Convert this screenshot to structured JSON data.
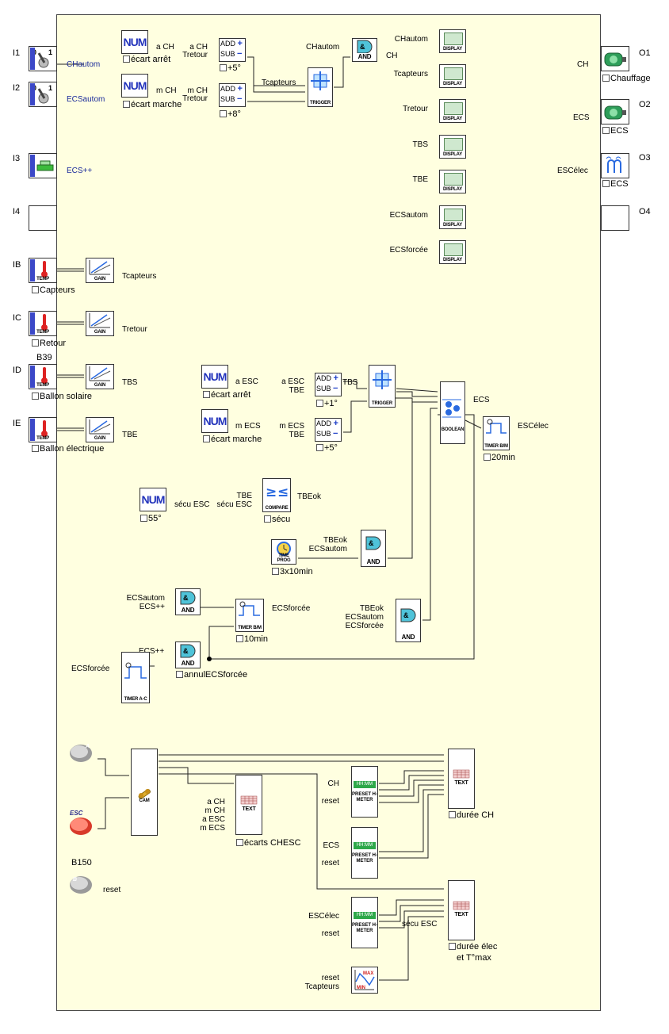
{
  "inputs": {
    "I1": {
      "id": "I1",
      "label": "CHautom"
    },
    "I2": {
      "id": "I2",
      "label": "ECSautom"
    },
    "I3": {
      "id": "I3",
      "label": "ECS++"
    },
    "I4": {
      "id": "I4"
    },
    "IB": {
      "id": "IB",
      "label": "Tcapteurs",
      "comment": "Capteurs",
      "temp": "TEMP",
      "gain": "GAIN"
    },
    "IC": {
      "id": "IC",
      "label": "Tretour",
      "comment": "Retour",
      "temp": "TEMP",
      "gain": "GAIN"
    },
    "ID": {
      "id": "ID",
      "block": "B39",
      "label": "TBS",
      "comment": "Ballon solaire",
      "temp": "TEMP",
      "gain": "GAIN"
    },
    "IE": {
      "id": "IE",
      "label": "TBE",
      "comment": "Ballon électrique",
      "temp": "TEMP",
      "gain": "GAIN"
    }
  },
  "outputs": {
    "O1": {
      "id": "O1",
      "label": "CH",
      "comment": "Chauffage"
    },
    "O2": {
      "id": "O2",
      "label": "ECS",
      "comment": "ECS"
    },
    "O3": {
      "id": "O3",
      "label": "ESCélec",
      "comment": "ECS"
    },
    "O4": {
      "id": "O4"
    }
  },
  "heating": {
    "num1": {
      "text": "NUM",
      "out": "a CH",
      "comment": "écart arrêt"
    },
    "num2": {
      "text": "NUM",
      "out": "m CH",
      "comment": "écart marche"
    },
    "add1": {
      "in1": "a CH",
      "in2": "Tretour",
      "comment": "+5°"
    },
    "add2": {
      "in1": "m CH",
      "in2": "Tretour",
      "comment": "+8°"
    },
    "trigger": {
      "in": "Tcapteurs",
      "cap": "TRIGGER"
    },
    "and": {
      "in": "CHautom",
      "out": "CH",
      "cap": "AND"
    }
  },
  "displays": {
    "cap": "DISPLAY",
    "labels": [
      "CHautom",
      "Tcapteurs",
      "Tretour",
      "TBS",
      "TBE",
      "ECSautom",
      "ECSforcée"
    ]
  },
  "ecs": {
    "num1": {
      "text": "NUM",
      "out": "a ESC",
      "comment": "écart arrêt"
    },
    "num2": {
      "text": "NUM",
      "out": "m ECS",
      "comment": "écart marche"
    },
    "add1": {
      "in1": "a ESC",
      "in2": "TBE",
      "out": "TBS",
      "comment": "+1°"
    },
    "add2": {
      "in1": "m ECS",
      "in2": "TBE",
      "comment": "+5°"
    },
    "trigger_cap": "TRIGGER",
    "boolean": {
      "cap": "BOOLEAN",
      "out": "ECS"
    },
    "timer": {
      "cap": "TIMER B/M",
      "out": "ESCélec",
      "comment": "20min"
    },
    "num3": {
      "text": "NUM",
      "out": "sécu ESC",
      "comment": "55°"
    },
    "compare": {
      "in1": "TBE",
      "in2": "sécu ESC",
      "out": "TBEok",
      "cap": "COMPARE",
      "comment": "sécu"
    },
    "timeprog": {
      "cap": "TIME PROG",
      "comment": "3x10min"
    },
    "and1": {
      "in1": "TBEok",
      "in2": "ECSautom",
      "cap": "AND"
    },
    "and2": {
      "in1": "TBEok",
      "in2": "ECSautom",
      "in3": "ECSforcée",
      "cap": "AND"
    }
  },
  "forced": {
    "and1": {
      "in1": "ECSautom",
      "in2": "ECS++",
      "cap": "AND"
    },
    "timer": {
      "cap": "TIMER B/M",
      "out": "ECSforcée",
      "comment": "10min"
    },
    "and2": {
      "in": "ECS++",
      "cap": "AND",
      "comment": "annulECSforcée"
    },
    "timerac": {
      "in": "ECSforcée",
      "cap": "TIMER A-C"
    }
  },
  "lower": {
    "btnA": "A",
    "btnESC": "ESC",
    "btnB": "B",
    "cam": "CAM",
    "text1": {
      "cap": "TEXT",
      "inputs": [
        "a CH",
        "m CH",
        "a ESC",
        "m ECS"
      ],
      "comment": "écarts CHESC"
    },
    "meter1": {
      "in1": "CH",
      "in2": "reset",
      "cap": "PRESET H-METER",
      "disp": "HH:MM"
    },
    "meter2": {
      "in1": "ECS",
      "in2": "reset",
      "cap": "PRESET H-METER",
      "disp": "HH:MM"
    },
    "meter3": {
      "in1": "ESCélec",
      "in2": "reset",
      "cap": "PRESET H-METER",
      "disp": "HH:MM"
    },
    "text2": {
      "cap": "TEXT",
      "comment": "durée CH"
    },
    "text3": {
      "cap": "TEXT",
      "in": "sécu ESC",
      "comment1": "durée élec",
      "comment2": "et T°max"
    },
    "b150": {
      "block": "B150",
      "label": "reset"
    },
    "maxmin": {
      "in1": "reset",
      "in2": "Tcapteurs",
      "max": "MAX",
      "min": "MIN"
    }
  },
  "colors": {
    "panel": "#ffffe0",
    "accent": "#1e3fc8",
    "port": "#22aa22"
  }
}
